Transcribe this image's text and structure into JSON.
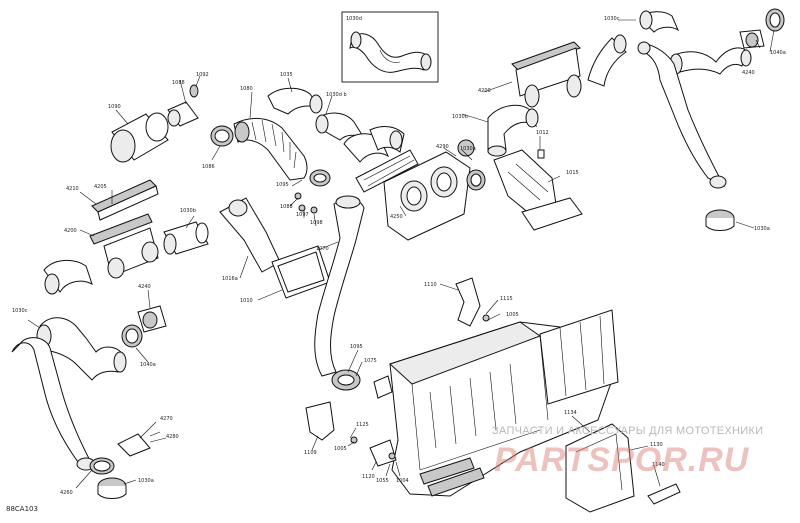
{
  "diagram": {
    "code": "88CA103",
    "watermark": {
      "line1": "ЗАПЧАСТИ И АКСЕССУАРЫ ДЛЯ МОТОТЕХНИКИ",
      "line2": "PARTSPOR.RU"
    },
    "labels": {
      "p1030d": "1030d",
      "p1030c_top": "1030c",
      "p1040a_tr": "1040a",
      "p4240_tr": "4240",
      "p1088": "1088",
      "p1092": "1092",
      "p1090": "1090",
      "p1080": "1080",
      "p1035": "1035",
      "p1030d_b": "1030d b",
      "p4200_tr": "4200",
      "p1030b_top": "1030b",
      "p1012": "1012",
      "p1086": "1086",
      "p4290": "4290",
      "p1030a_mid": "1030a",
      "p1015": "1015",
      "p1095_top": "1095",
      "p1088_mid": "1088",
      "p1097": "1097",
      "p1098": "1098",
      "p4210": "4210",
      "p4205": "4205",
      "p4200_l": "4200",
      "p1030b_l": "1030b",
      "p1016a": "1016a",
      "p4250": "4250",
      "p1030a_r": "1030a",
      "p1070": "1070",
      "p1010": "1010",
      "p1110": "1110",
      "p1115": "1115",
      "p1005": "1005",
      "p4240_l": "4240",
      "p1030c_l": "1030c",
      "p1040a_l": "1040a",
      "p1095_bot": "1095",
      "p1075": "1075",
      "p4270": "4270",
      "p4280": "4280",
      "p1109": "1109",
      "p1125": "1125",
      "p1005_b": "1005",
      "p1120": "1120",
      "p1055": "1055",
      "p1004": "1004",
      "p1134": "1134",
      "p1130": "1130",
      "p1140": "1140",
      "p4260": "4260",
      "p1030a_bl": "1030a"
    }
  }
}
